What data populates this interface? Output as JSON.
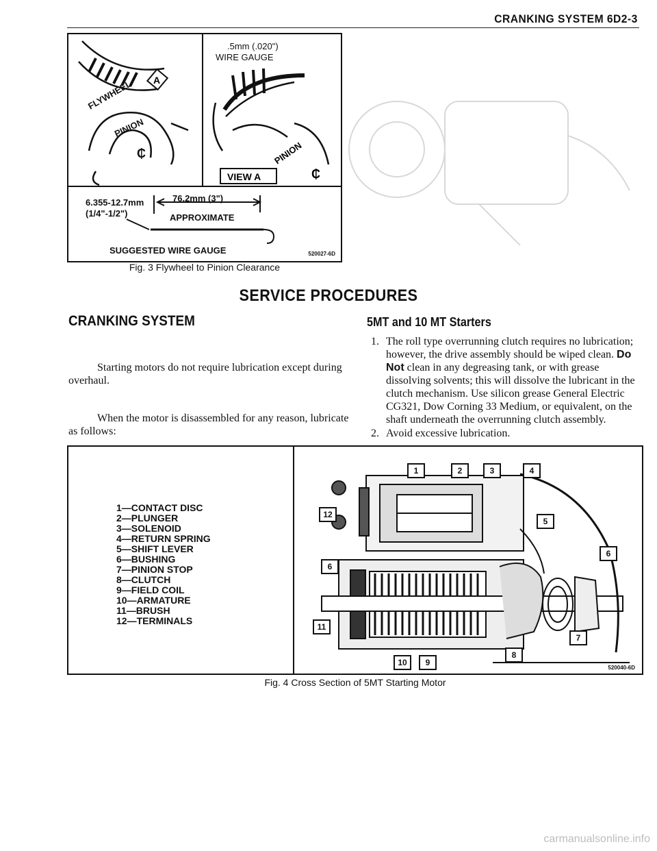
{
  "page_header": "CRANKING SYSTEM 6D2-3",
  "figure3": {
    "caption": "Fig. 3 Flywheel to Pinion Clearance",
    "code": "520027-6D",
    "labels": {
      "wire_gauge_top": ".5mm (.020\")",
      "wire_gauge_word": "WIRE GAUGE",
      "flywheel": "FLYWHEEL",
      "pinion_left": "PINION",
      "pinion_right": "PINION",
      "view_a": "VIEW A",
      "arrow_a": "A",
      "centerline": "₵",
      "dim_metric": "6.355-12.7mm",
      "dim_inch": "(1/4\"-1/2\")",
      "length": "76.2mm (3\")",
      "approximate": "APPROXIMATE",
      "suggested": "SUGGESTED WIRE GAUGE"
    }
  },
  "headings": {
    "service_procedures": "SERVICE PROCEDURES",
    "cranking_system": "CRANKING SYSTEM",
    "starters": "5MT and 10 MT Starters"
  },
  "left_column": {
    "paragraph1": "Starting motors do not require lubrication except during overhaul.",
    "paragraph2": "When the motor is disassembled for any reason, lubricate as follows:"
  },
  "steps": [
    {
      "num": "1.",
      "text_a": "The roll type overrunning clutch requires no lubrication; however, the drive assembly should be wiped clean.",
      "emph": "Do Not",
      "text_b": "clean in any degreasing tank, or with grease dissolving solvents; this will dissolve the lubricant in the clutch mechanism. Use silicon grease General Electric CG321, Dow Corning 33 Medium, or equivalent, on the shaft underneath the overrunning clutch assembly."
    },
    {
      "num": "2.",
      "text_a": "Avoid excessive lubrication.",
      "emph": "",
      "text_b": ""
    }
  ],
  "figure4": {
    "caption": "Fig. 4 Cross Section of 5MT Starting Motor",
    "code": "520040-6D",
    "legend": [
      "1—CONTACT DISC",
      "2—PLUNGER",
      "3—SOLENOID",
      "4—RETURN SPRING",
      "5—SHIFT LEVER",
      "6—BUSHING",
      "7—PINION STOP",
      "8—CLUTCH",
      "9—FIELD COIL",
      "10—ARMATURE",
      "11—BRUSH",
      "12—TERMINALS"
    ],
    "callouts": [
      "1",
      "2",
      "3",
      "4",
      "5",
      "6",
      "6",
      "7",
      "8",
      "9",
      "10",
      "11",
      "12"
    ]
  },
  "watermark": "carmanualsonline.info"
}
